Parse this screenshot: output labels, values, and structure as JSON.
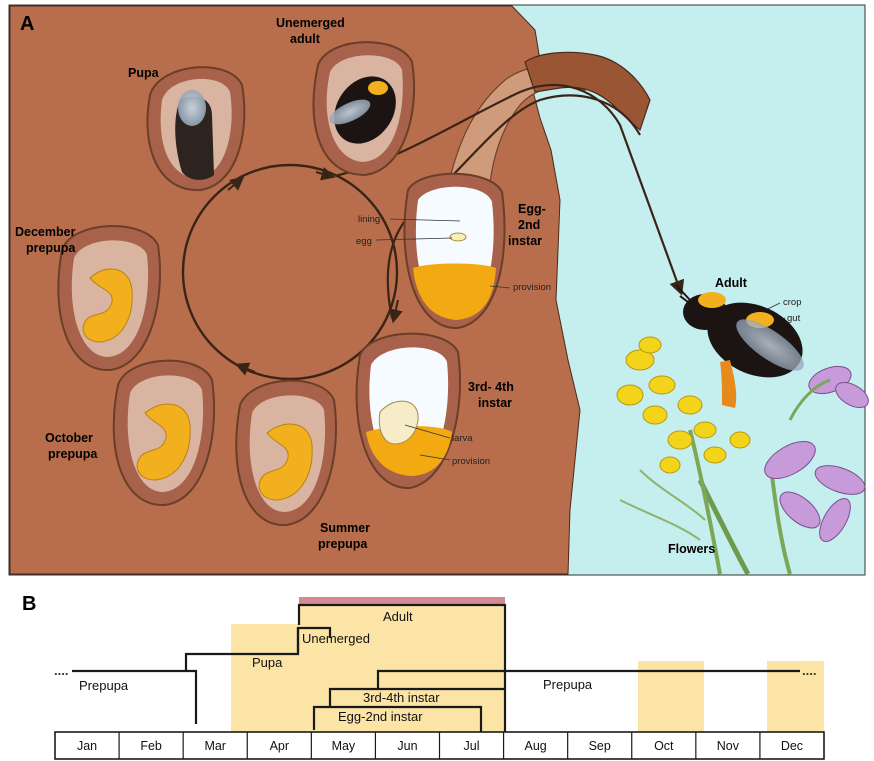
{
  "panel_a": {
    "label": "A",
    "stages": {
      "pupa": "Pupa",
      "unemerged_1": "Unemerged",
      "unemerged_2": "adult",
      "egg_1": "Egg-",
      "egg_2": "2nd",
      "egg_3": "instar",
      "december_1": "December",
      "december_2": "prepupa",
      "october_1": "October",
      "october_2": "prepupa",
      "summer_1": "Summer",
      "summer_2": "prepupa",
      "instar34_1": "3rd- 4th",
      "instar34_2": "instar",
      "adult": "Adult",
      "flowers": "Flowers"
    },
    "annotations": {
      "lining": "lining",
      "egg": "egg",
      "provision_1": "provision",
      "larva": "larva",
      "provision_2": "provision",
      "crop": "crop",
      "gut": "gut"
    },
    "colors": {
      "soil": "#b86e4c",
      "sky": "#c5eeee",
      "cell_wall": "#a8614a",
      "cell_inner": "#d9b4a0",
      "larva": "#f2b01e",
      "arrow": "#3a2418"
    }
  },
  "panel_b": {
    "label": "B",
    "months": [
      "Jan",
      "Feb",
      "Mar",
      "Apr",
      "May",
      "Jun",
      "Jul",
      "Aug",
      "Sep",
      "Oct",
      "Nov",
      "Dec"
    ],
    "bars": {
      "adult": "Adult",
      "unemerged": "Unemerged",
      "pupa": "Pupa",
      "prepupa_left": "Prepupa",
      "prepupa_right": "Prepupa",
      "instar34": "3rd-4th instar",
      "egg2": "Egg-2nd instar"
    },
    "continuation": "....",
    "colors": {
      "highlight": "#fbe4a6",
      "adult_band": "#d48a93",
      "adult_fill": "#fbe4a6",
      "line": "#1a1a1a"
    }
  }
}
